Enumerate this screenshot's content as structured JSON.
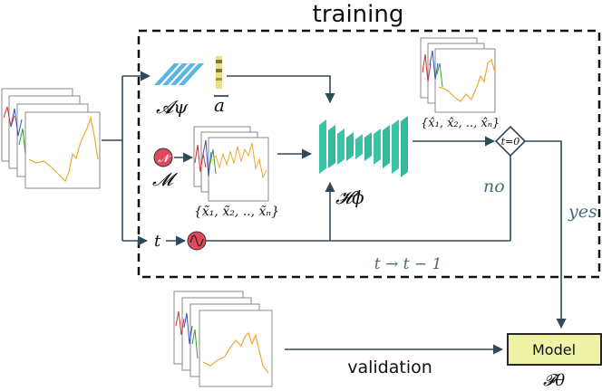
{
  "title": "training",
  "validation_label": "validation",
  "model": {
    "label": "Model",
    "symbol": "𝓕θ"
  },
  "encoder_symbol": "𝓐ψ",
  "latent_symbol": "a",
  "noise_symbol": "𝓝",
  "noise_set_symbol": "𝓜",
  "noisy_samples_label": "{x̃₁, x̃₂, .., x̃ₙ}",
  "denoiser_symbol": "𝓗ϕ",
  "output_samples_label": "{x̂₁, x̂₂, .., x̂ₙ}",
  "decision_label": "t=0",
  "no_label": "no",
  "yes_label": "yes",
  "time_symbol": "t",
  "time_update_label": "t → t − 1",
  "colors": {
    "teal": "#3cc4a8",
    "encoder_blue": "#5ab4e4",
    "red_node": "#e0485a",
    "model_fill": "#eef3a6",
    "signal_orange": "#f0a830",
    "line": "#2f4a5a"
  }
}
